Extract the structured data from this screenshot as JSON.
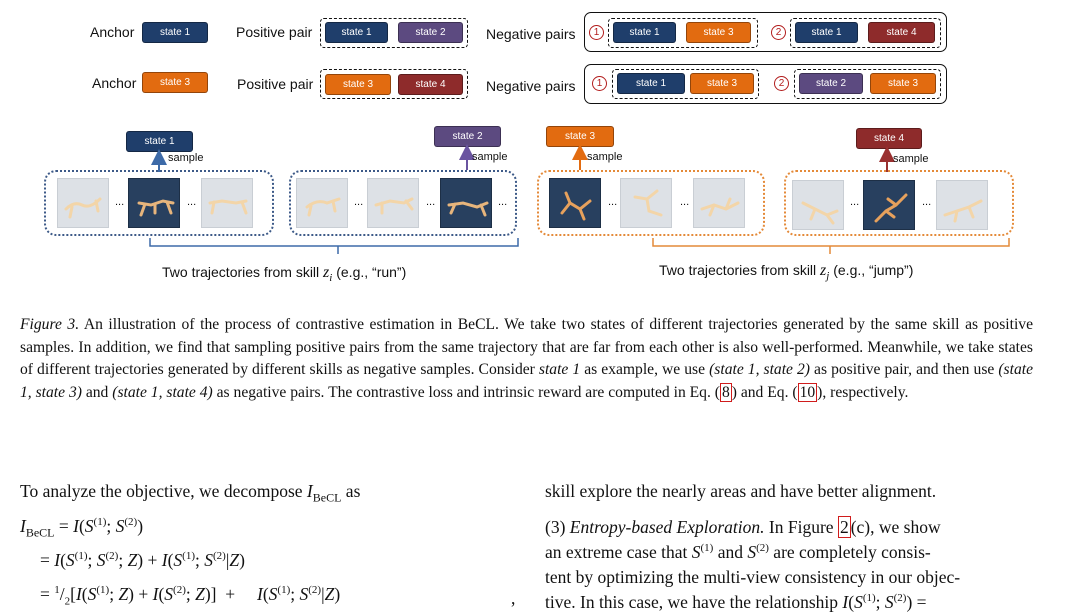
{
  "colors": {
    "blue": "#1f3e6b",
    "orange": "#e26b10",
    "purple": "#5c4a80",
    "red": "#8e2b2b",
    "traj_blue": "#3d5a88",
    "traj_orange": "#e48a39",
    "ref_red": "#d01c1c"
  },
  "legend": {
    "row1": {
      "anchor_label": "Anchor",
      "anchor_state": "state 1",
      "positive_label": "Positive pair",
      "positive": [
        "state 1",
        "state 2"
      ],
      "negative_label": "Negative pairs",
      "neg1_marker": "1",
      "neg1": [
        "state 1",
        "state 3"
      ],
      "neg2_marker": "2",
      "neg2": [
        "state 1",
        "state 4"
      ]
    },
    "row2": {
      "anchor_label": "Anchor",
      "anchor_state": "state 3",
      "positive_label": "Positive pair",
      "positive": [
        "state 3",
        "state 4"
      ],
      "negative_label": "Negative pairs",
      "neg1_marker": "1",
      "neg1": [
        "state 1",
        "state 3"
      ],
      "neg2_marker": "2",
      "neg2": [
        "state 2",
        "state 3"
      ]
    }
  },
  "diagram": {
    "sampled": [
      "state 1",
      "state 2",
      "state 3",
      "state 4"
    ],
    "sample_label": "sample",
    "ellipsis": "...",
    "skill_i_caption_pre": "Two trajectories from skill ",
    "skill_i_var": "z",
    "skill_i_sub": "i",
    "skill_i_caption_post": " (e.g., “run”)",
    "skill_j_caption_pre": "Two trajectories from skill ",
    "skill_j_var": "z",
    "skill_j_sub": "j",
    "skill_j_caption_post": " (e.g., “jump”)"
  },
  "caption": {
    "label": "Figure 3.",
    "p1": " An illustration of the process of contrastive estimation in BeCL. We take two states of different trajectories generated by the same skill as positive samples. In addition, we find that sampling positive pairs from the same trajectory that are far from each other is also well-performed. Meanwhile, we take states of different trajectories generated by different skills as negative samples. Consider ",
    "state1": "state 1",
    "p2": " as example, we use ",
    "pos_pair": "(state 1, state 2)",
    "p3": " as positive pair, and then use ",
    "neg_a": "(state 1, state 3)",
    "p4": " and ",
    "neg_b": "(state 1, state 4)",
    "p5": " as negative pairs. The contrastive loss and intrinsic reward are computed in Eq. (",
    "ref8": "8",
    "p6": ") and Eq. (",
    "ref10": "10",
    "p7": "), respectively."
  },
  "left_col": {
    "intro": "To analyze the objective, we decompose ",
    "intro_sym": "I",
    "intro_sub": "BeCL",
    "intro_post": " as",
    "eq1": "= I(S(1); S(2))",
    "eq2": "= I(S(1); S(2); Z) + I(S(1); S(2)|Z)",
    "eq3": "= 1/2[I(S(1); Z) + I(S(2); Z)] + I(S(1); S(2)|Z)",
    "eq3_tail": ","
  },
  "right_col": {
    "line1": "skill explore the nearly areas and have better alignment.",
    "line2_pre": "(3) ",
    "line2_em": "Entropy-based Exploration.",
    "line2_post": " In Figure ",
    "line2_ref": "2",
    "line2_end": "(c), we show",
    "line3_pre": "an extreme case that ",
    "line3_mid": " and ",
    "line3_post": " are completely consis-",
    "line4": "tent by optimizing the multi-view consistency in our objec-",
    "line5": "tive. In this case, we have the relationship "
  }
}
